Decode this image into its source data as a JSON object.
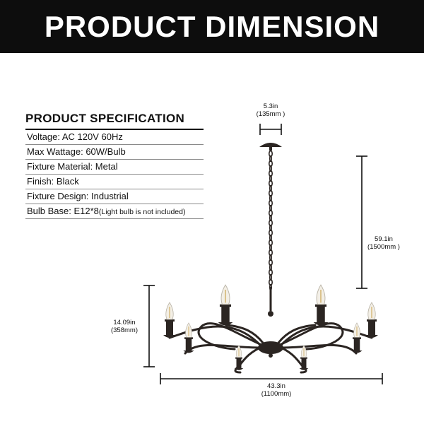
{
  "header": {
    "title": "PRODUCT DIMENSION"
  },
  "spec": {
    "title": "PRODUCT SPECIFICATION",
    "rows": [
      "Voltage: AC 120V 60Hz",
      "Max Wattage: 60W/Bulb",
      "Fixture Material: Metal",
      "Finish:  Black",
      "Fixture Design: Industrial"
    ],
    "bulb_base": {
      "label": "Bulb Base: E12*8",
      "note": "(Light bulb is not included)"
    }
  },
  "dimensions": {
    "canopy": {
      "imperial": "5.3in",
      "metric": "(135mm )"
    },
    "chain": {
      "imperial": "59.1in",
      "metric": "(1500mm )"
    },
    "height": {
      "imperial": "14.09in",
      "metric": "(358mm)"
    },
    "width": {
      "imperial": "43.3in",
      "metric": "(1100mm)"
    }
  },
  "colors": {
    "banner": "#0d0d0d",
    "fixture": "#2b2522",
    "bulb": "#f3efe6"
  }
}
